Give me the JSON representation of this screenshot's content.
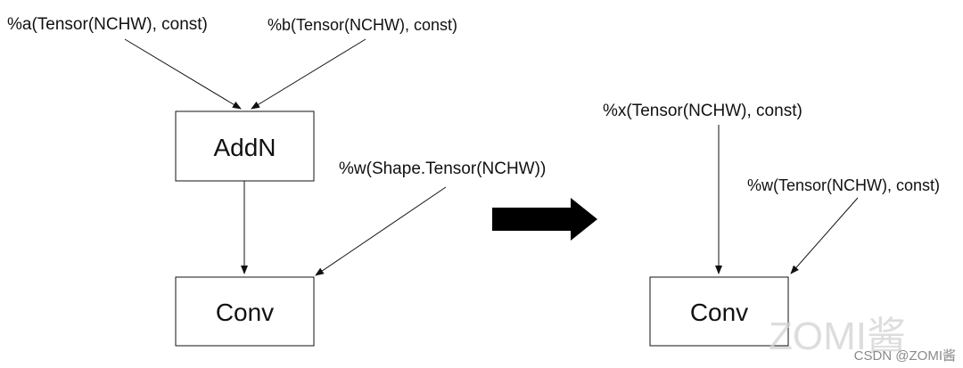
{
  "left_graph": {
    "input_a": "%a(Tensor(NCHW), const)",
    "input_b": "%b(Tensor(NCHW), const)",
    "node_addn": "AddN",
    "input_w": "%w(Shape.Tensor(NCHW))",
    "node_conv": "Conv"
  },
  "right_graph": {
    "input_x": "%x(Tensor(NCHW), const)",
    "input_w": "%w(Tensor(NCHW), const)",
    "node_conv": "Conv"
  },
  "watermark": {
    "logo_text": "ZOMI酱",
    "credit": "CSDN @ZOMI酱"
  },
  "colors": {
    "stroke": "#111111",
    "arrow_fill": "#000000",
    "watermark": "#c8c8c8"
  }
}
